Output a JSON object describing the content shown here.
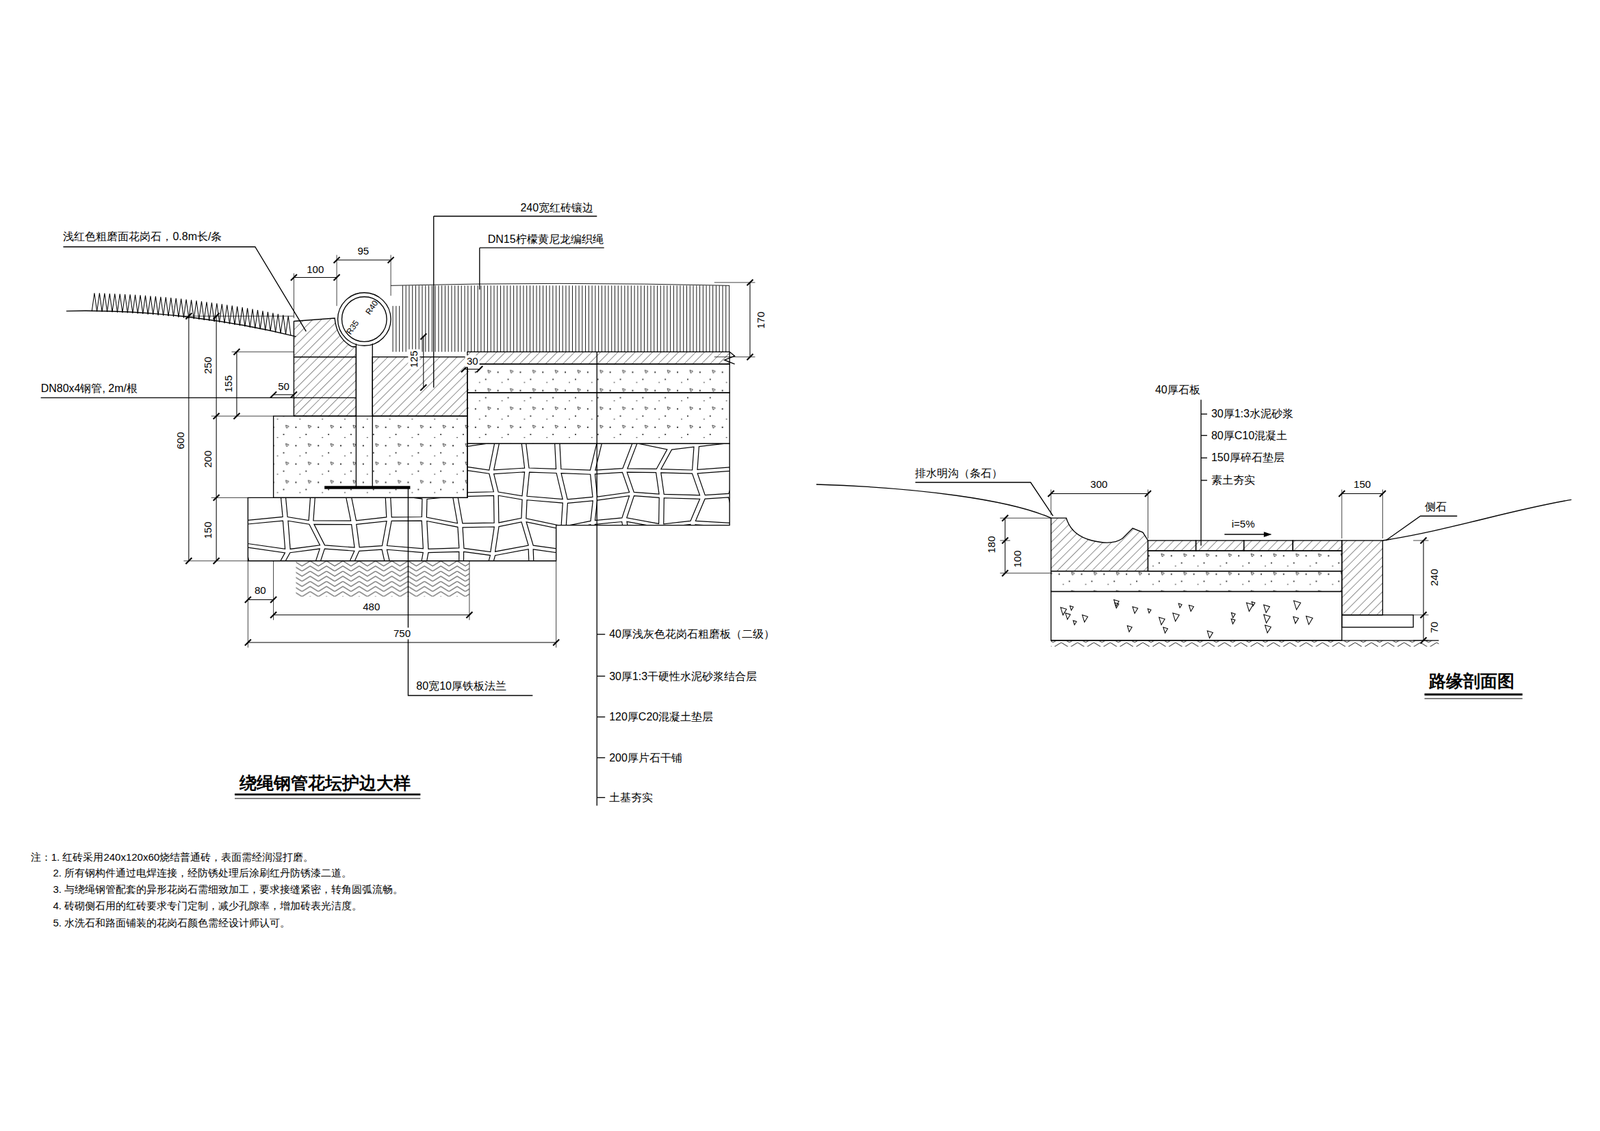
{
  "diagram": {
    "labels": [
      "浅红色粗磨面花岗石，0.8m长/条",
      "240宽红砖镶边",
      "DN15柠檬黄尼龙编织绳",
      "95",
      "100",
      "R40",
      "R35",
      "125",
      "30",
      "170",
      "250",
      "155",
      "50",
      "DN80x4钢管, 2m/根",
      "600",
      "200",
      "150",
      "80",
      "480",
      "750",
      "80宽10厚铁板法兰",
      "40厚浅灰色花岗石粗磨板（二级）",
      "30厚1:3干硬性水泥砂浆结合层",
      "120厚C20混凝土垫层",
      "200厚片石干铺",
      "土基夯实",
      "绕绳钢管花坛护边大样",
      "注：1. 红砖采用240x120x60烧结普通砖，表面需经润湿打磨。",
      "2. 所有钢构件通过电焊连接，经防锈处理后涂刷红丹防锈漆二道。",
      "3. 与绕绳钢管配套的异形花岗石需细致加工，要求接缝紧密，转角圆弧流畅。",
      "4. 砖砌侧石用的红砖要求专门定制，减少孔隙率，增加砖表光洁度。",
      "5. 水洗石和路面铺装的花岗石颜色需经设计师认可。",
      "40厚石板",
      "30厚1:3水泥砂浆",
      "80厚C10混凝土",
      "150厚碎石垫层",
      "素土夯实",
      "排水明沟（条石）",
      "300",
      "150",
      "侧石",
      "i=5%",
      "180",
      "100",
      "240",
      "70",
      "路缘剖面图"
    ]
  }
}
